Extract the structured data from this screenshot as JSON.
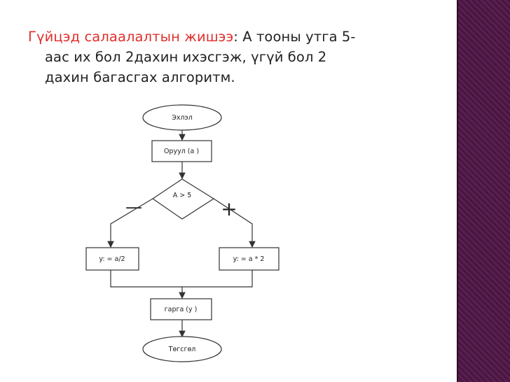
{
  "heading": {
    "highlight": "Гүйцэд салаалалтын жишээ",
    "line1_rest": ": А тооны утга 5-",
    "line2": "аас их бол 2дахин ихэсгэж, үгүй бол 2",
    "line3": "дахин багасгах алгоритм."
  },
  "flowchart": {
    "start": "Эхлэл",
    "input": "Оруул (a )",
    "condition": "A > 5",
    "branch_no_symbol": "—",
    "branch_yes_symbol": "+",
    "no_action": "y: = a/2",
    "yes_action": "y: = a * 2",
    "output": "гарга (y )",
    "end": "Төгсгөл"
  },
  "colors": {
    "accent_text": "#e0302c",
    "side_band": "#5a1f4f"
  }
}
